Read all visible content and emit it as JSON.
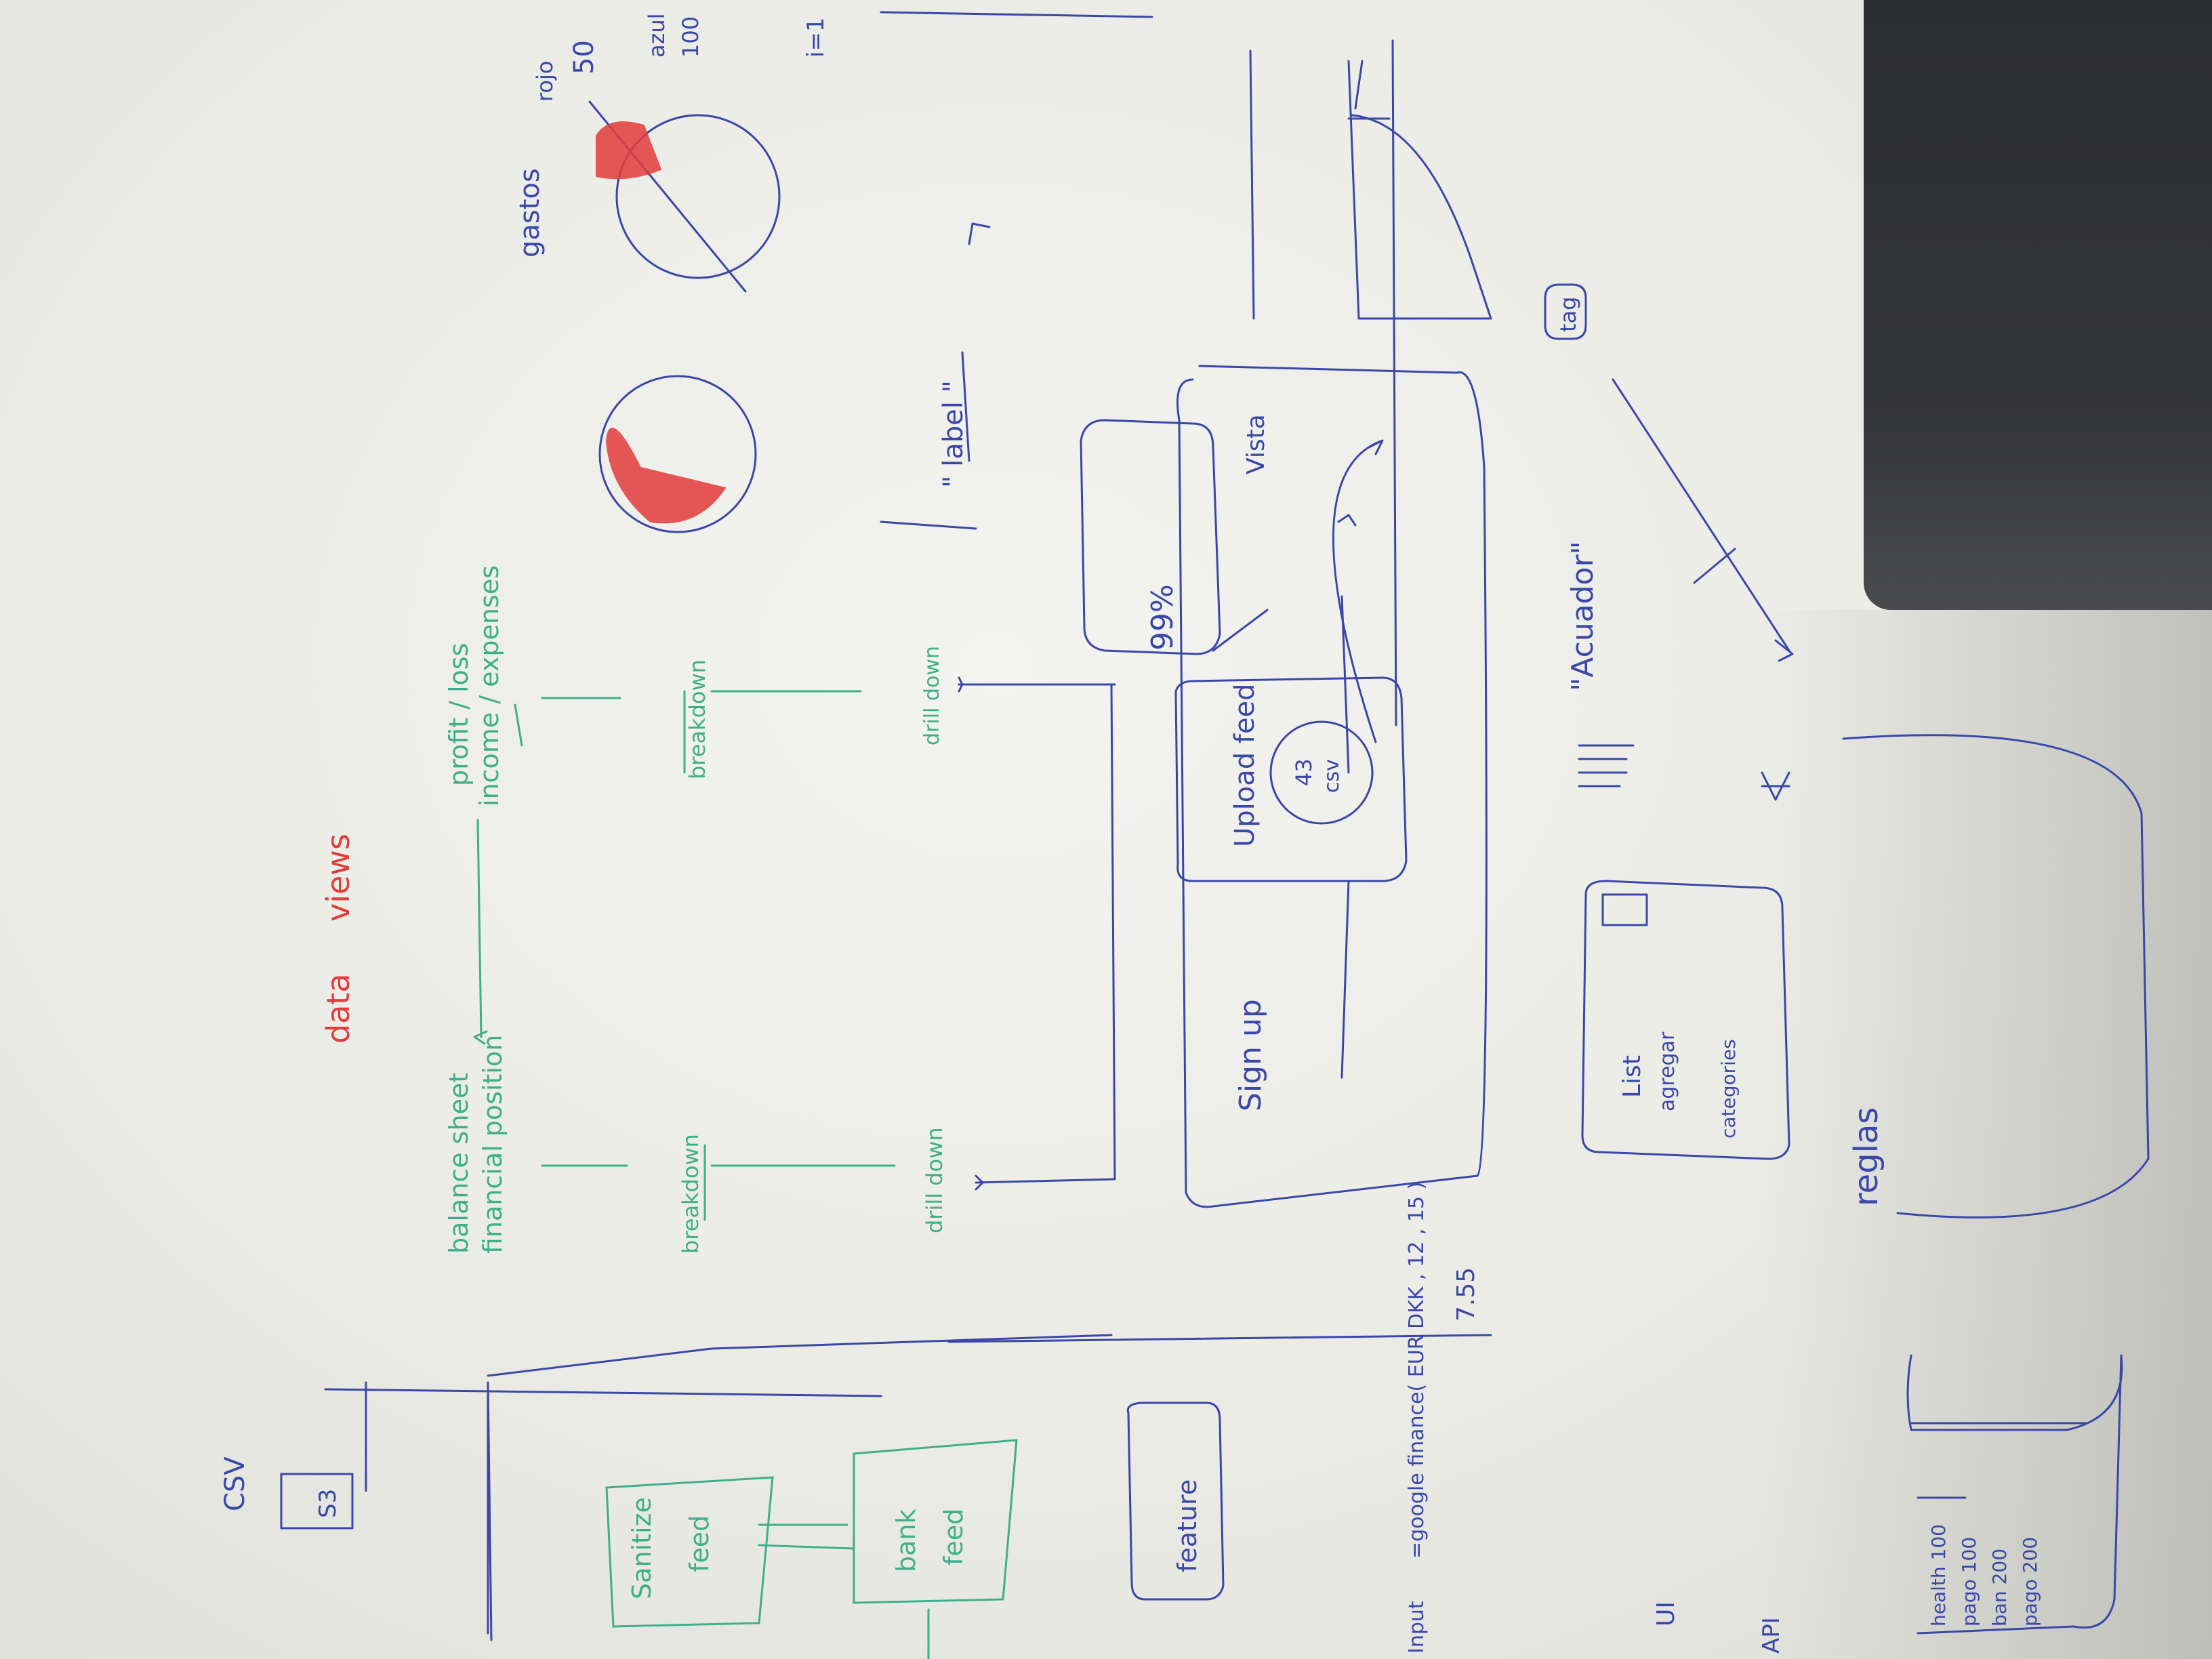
{
  "colors": {
    "board": "#ededea",
    "blue_marker": "#3b47a8",
    "green_marker": "#3fae8a",
    "red_marker": "#e23c3c",
    "dark_corner": "#2f3033"
  },
  "title": {
    "word1": "data",
    "word2": "views"
  },
  "left": {
    "csv": "CSV",
    "s3": "S3",
    "sanitize": "Sanitize",
    "feed1": "feed",
    "bank": "bank",
    "feed2": "feed",
    "feature": "feature"
  },
  "green": {
    "balance_sheet": "balance sheet",
    "financial_position": "financial position",
    "profit_loss": "profit / loss",
    "income_expenses": "income / expenses",
    "breakdown1": "breakdown",
    "breakdown2": "breakdown",
    "drilldown1": "drill down",
    "drilldown2": "drill down"
  },
  "middle": {
    "sign_up": "Sign up",
    "upload_feed": "Upload feed",
    "csv_small": "csv",
    "num43": "43",
    "pct": "99%",
    "vista": "Vista",
    "quote": "\"",
    "formula": "=google finance( EUR DKK , 12 , 15 )",
    "value": "7.55",
    "tag": "tag"
  },
  "right": {
    "gastos": "gastos",
    "rojo": "rojo",
    "num50": "50",
    "azul": "azul",
    "num100": "100",
    "i_eq_1": "i=1",
    "label_quote": "\" label \"",
    "acuador": "\"Acuador\""
  },
  "bottom": {
    "list": "List",
    "agregar": "agregar",
    "categories": "categories",
    "reglas": "reglas",
    "input": "Input",
    "ui": "UI",
    "api": "API",
    "list_item1": "health 100",
    "list_item2": "pago 100",
    "list_item3": "ban 200",
    "list_item4": "pago 200"
  }
}
